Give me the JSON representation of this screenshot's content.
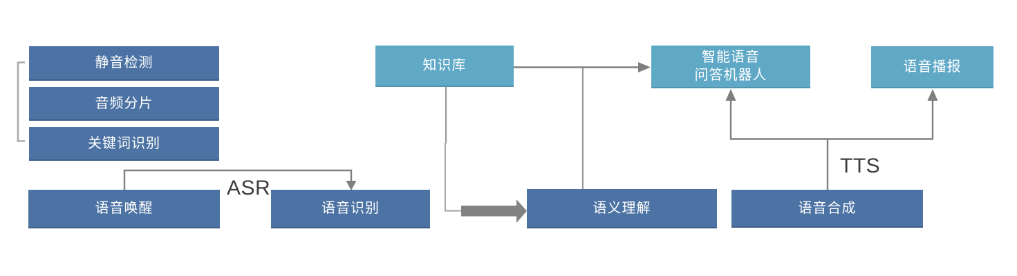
{
  "nodes": {
    "silence_detection": {
      "label": "静音检测"
    },
    "audio_segmentation": {
      "label": "音频分片"
    },
    "keyword_recognition": {
      "label": "关键词识别"
    },
    "voice_wakeup": {
      "label": "语音唤醒"
    },
    "speech_recognition": {
      "label": "语音识别"
    },
    "knowledge_base": {
      "label": "知识库"
    },
    "semantic_understanding": {
      "label": "语义理解"
    },
    "qa_robot": {
      "label_line1": "智能语音",
      "label_line2": "问答机器人"
    },
    "voice_broadcast": {
      "label": "语音播报"
    },
    "speech_synthesis": {
      "label": "语音合成"
    }
  },
  "edge_labels": {
    "asr": "ASR",
    "tts": "TTS"
  },
  "colors": {
    "dark_box": "#4C73A3",
    "light_box": "#5FA8C6",
    "box_text": "#FFFFFF",
    "connector": "#7F7F7F",
    "connector_light": "#ABABAB",
    "thick_arrow": "#828282",
    "edge_label_text": "#3D3D3D",
    "background": "#FFFFFF"
  }
}
